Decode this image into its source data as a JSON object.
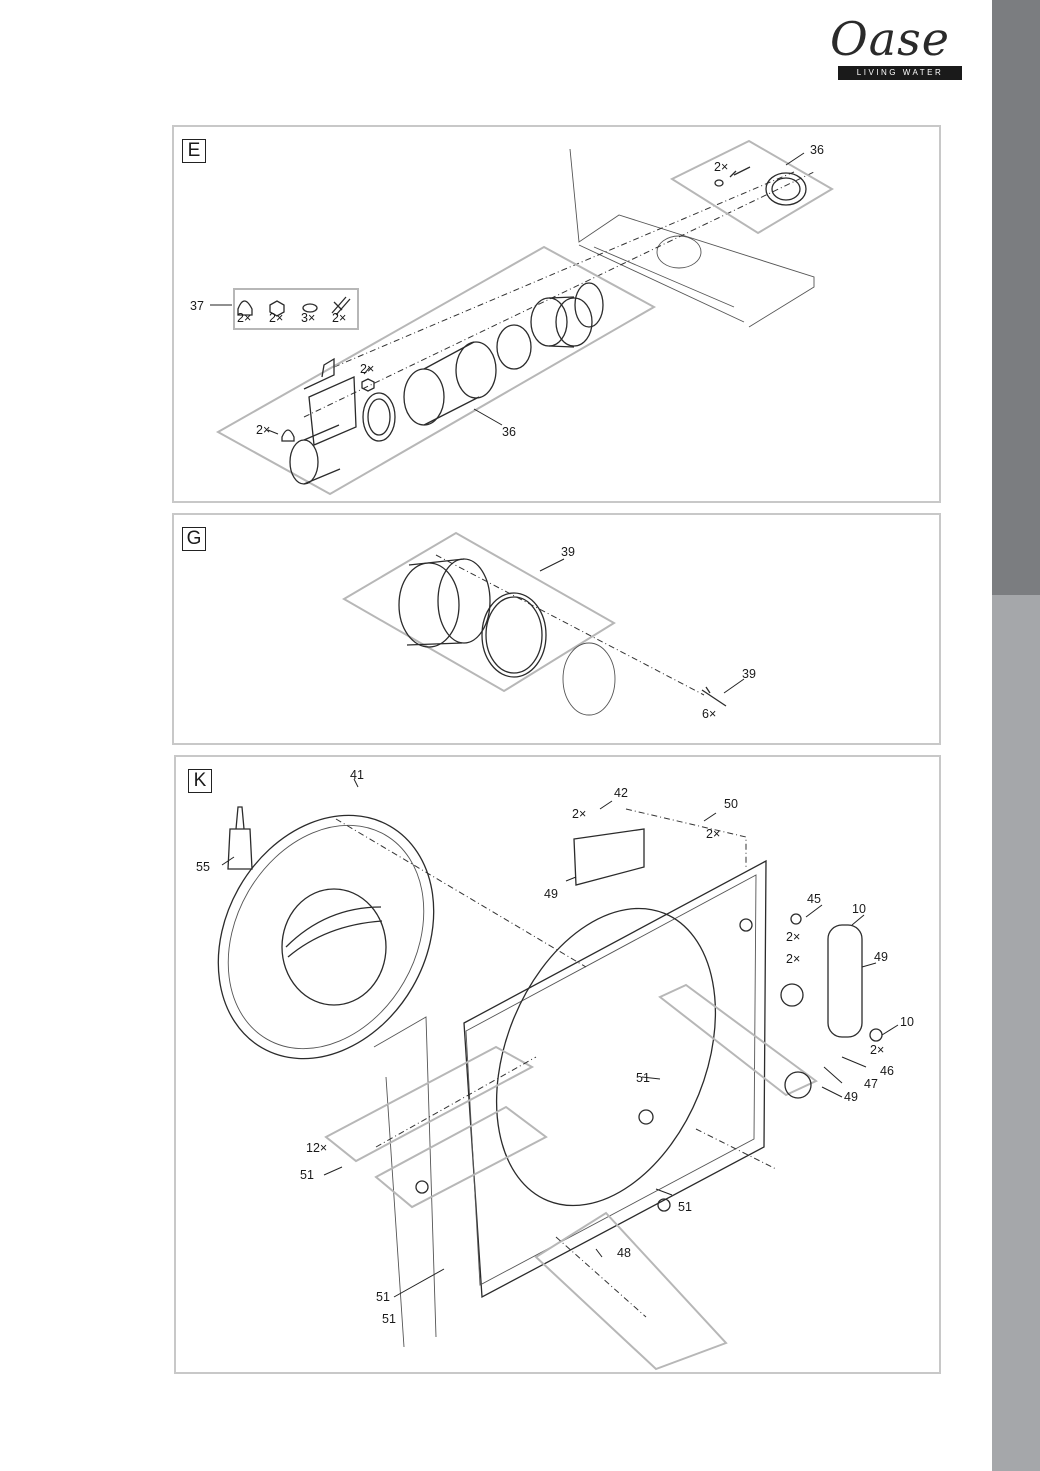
{
  "brand": {
    "name": "Oase",
    "tagline": "LIVING WATER"
  },
  "panels": [
    {
      "letter": "E",
      "labels": [
        "37",
        "2×",
        "2×",
        "3×",
        "2×",
        "2×",
        "2×",
        "36",
        "2×",
        "36"
      ]
    },
    {
      "letter": "G",
      "labels": [
        "39",
        "39",
        "6×"
      ]
    },
    {
      "letter": "K",
      "labels": [
        "41",
        "55",
        "42",
        "2×",
        "50",
        "2×",
        "49",
        "45",
        "2×",
        "10",
        "2×",
        "49",
        "10",
        "2×",
        "46",
        "47",
        "49",
        "51",
        "12×",
        "51",
        "51",
        "48",
        "51",
        "51"
      ]
    }
  ]
}
